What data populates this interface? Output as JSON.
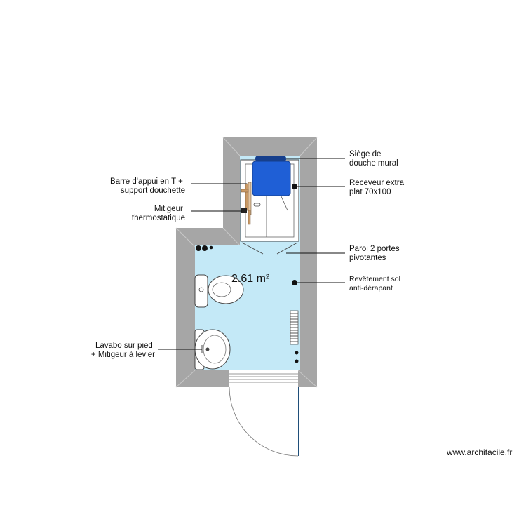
{
  "room": {
    "area_label": "2.61 m²",
    "floor_color": "#c4e9f7",
    "wall_color": "#a6a6a6",
    "door_color": "#1f4e79"
  },
  "annotations": {
    "seat": [
      "Siège de",
      "douche mural"
    ],
    "tray": [
      "Receveur extra",
      "plat 70x100"
    ],
    "grab_bar": [
      "Barre d'appui en T +",
      "support douchette"
    ],
    "mixer": [
      "Mitigeur",
      "thermostatique"
    ],
    "shower_doors": [
      "Paroi 2 portes",
      "pivotantes"
    ],
    "floor": [
      "Revêtement sol",
      "anti-dérapant"
    ],
    "washbasin": [
      "Lavabo sur pied",
      "+ Mitigeur à levier"
    ]
  },
  "equipment_colors": {
    "seat": "#1f5fd6",
    "seat_dark": "#163f8c",
    "bar": "#c99a66"
  },
  "icons": {
    "toilet": "toilet-icon",
    "washbasin": "washbasin-icon",
    "towel_radiator": "towel-radiator-icon",
    "door": "door-swing-icon"
  },
  "footer": {
    "credit": "www.archifacile.fr"
  }
}
